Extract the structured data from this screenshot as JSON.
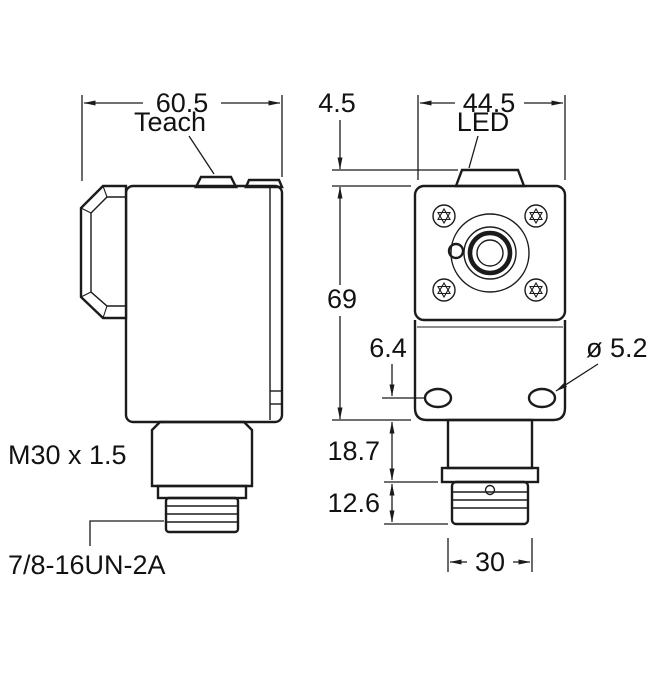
{
  "drawing": {
    "side_view": {
      "width_dim": "60.5",
      "teach_label": "Teach",
      "thread_label": "M30 x 1.5",
      "connector_label": "7/8-16UN-2A"
    },
    "front_view": {
      "button_height_dim": "4.5",
      "width_dim": "44.5",
      "led_label": "LED",
      "height_dim": "69",
      "hole_offset_dim": "6.4",
      "hole_diameter_label": "ø 5.2",
      "upper_connector_dim": "18.7",
      "lower_connector_dim": "12.6",
      "connector_width_dim": "30"
    }
  }
}
